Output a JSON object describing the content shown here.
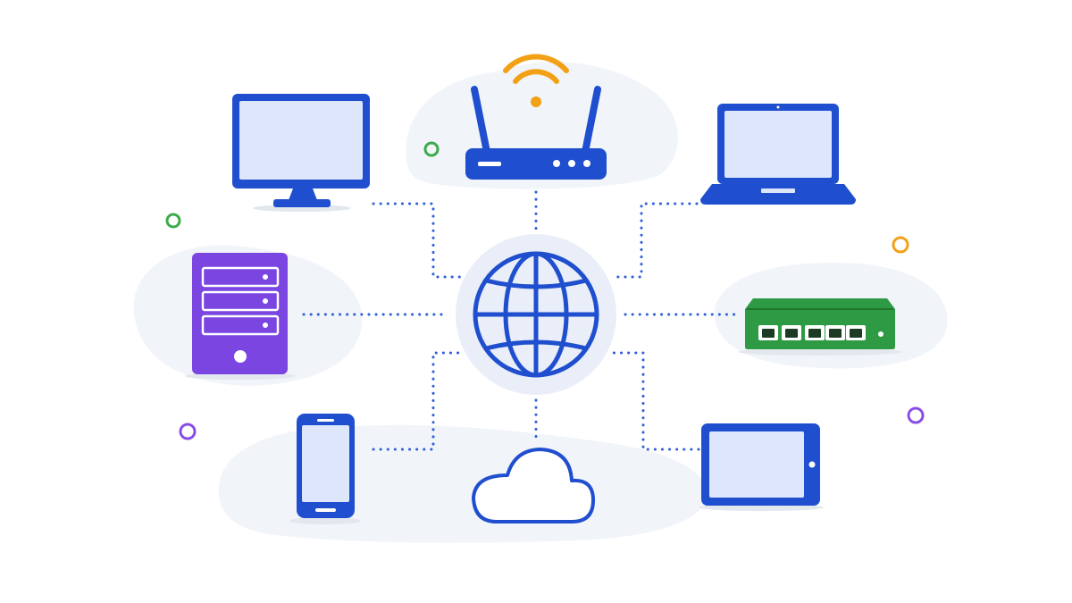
{
  "colors": {
    "primary": "#1f4fcf",
    "screen": "#dde6fb",
    "blob": "#f1f4f9",
    "connector": "#2c5fd8",
    "router_wifi": "#f2a117",
    "server": "#7b45e2",
    "switch": "#2f9a44",
    "dot_green": "#3bab4b",
    "dot_orange": "#f2a117",
    "dot_purple": "#8a4ee5"
  },
  "hub": {
    "icon": "globe-icon"
  },
  "nodes": [
    {
      "id": "desktop",
      "icon": "desktop-monitor-icon"
    },
    {
      "id": "router",
      "icon": "wifi-router-icon"
    },
    {
      "id": "laptop",
      "icon": "laptop-icon"
    },
    {
      "id": "server",
      "icon": "server-tower-icon"
    },
    {
      "id": "switch",
      "icon": "network-switch-icon"
    },
    {
      "id": "phone",
      "icon": "smartphone-icon"
    },
    {
      "id": "cloud",
      "icon": "cloud-icon"
    },
    {
      "id": "tablet",
      "icon": "tablet-icon"
    }
  ],
  "decor": [
    "green-ring-icon",
    "orange-ring-icon",
    "purple-ring-icon"
  ]
}
